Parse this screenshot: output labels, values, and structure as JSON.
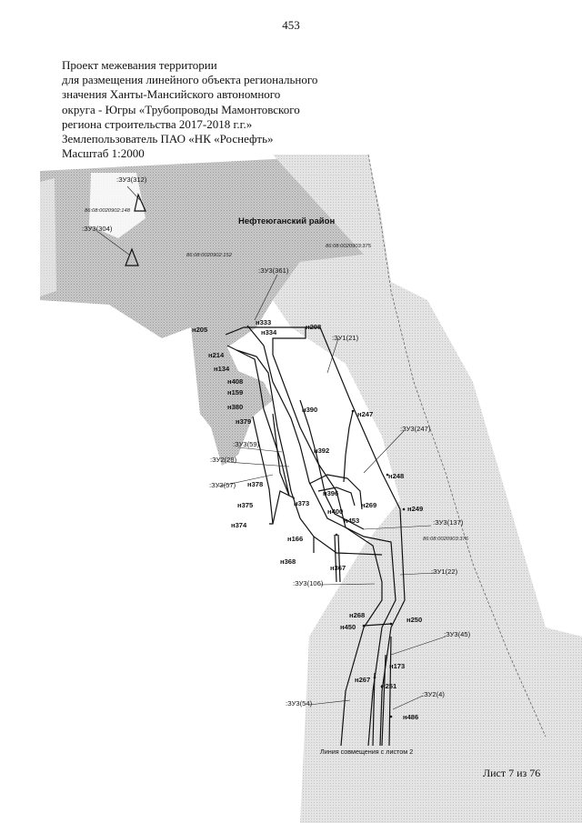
{
  "page_number": "453",
  "title_lines": [
    "Проект межевания территории",
    "для размещения линейного объекта регионального",
    "значения Ханты-Мансийского автономного",
    "округа - Югры «Трубопроводы Мамонтовского",
    "региона строительства 2017-2018 г.г.»",
    "Землепользователь ПАО «НК «Роснефть»",
    "Масштаб 1:2000"
  ],
  "district": "Нефтеюганский район",
  "cadastral_numbers": {
    "c1": "86:08:0020902:148",
    "c2": "86:08:0020902:152",
    "c3": "86:08:0020903:375",
    "c4": "86:08:0020903:376"
  },
  "parcels": {
    "p312": ":ЗУ3(312)",
    "p304": ":ЗУ3(304)",
    "p361": ":ЗУ3(361)",
    "p1_21": ":ЗУ1(21)",
    "p247": ":ЗУ3(247)",
    "p59": ":ЗУ3(59)",
    "p2_28": ":ЗУ2(28)",
    "p57": ":ЗУ3(57)",
    "p137": ":ЗУ3(137)",
    "p1_22": ":ЗУ1(22)",
    "p106": ":ЗУ3(106)",
    "p45": ":ЗУ3(45)",
    "p2_4": ":ЗУ2(4)",
    "p54": ":ЗУ3(54)"
  },
  "points": {
    "n333": "н333",
    "n334": "н334",
    "n208": "н208",
    "n205": "н205",
    "n214": "н214",
    "n134": "н134",
    "n408": "н408",
    "n159": "н159",
    "n380": "н380",
    "n379": "н379",
    "n390": "н390",
    "n247": "н247",
    "n392": "н392",
    "n378": "н378",
    "n248": "н248",
    "n396": "н396",
    "n375": "н375",
    "n373": "н373",
    "n269": "н269",
    "n249": "н249",
    "n400": "н400",
    "n453": "н453",
    "n374": "н374",
    "n166": "н166",
    "n368": "н368",
    "n367": "н367",
    "n268": "н268",
    "n250": "н250",
    "n450": "н450",
    "n173": "н173",
    "n267": "н267",
    "n251": "н251",
    "n486": "н486"
  },
  "join_line_caption": "Линия совмещения с листом 2",
  "sheet_footer": "Лист 7 из 76"
}
